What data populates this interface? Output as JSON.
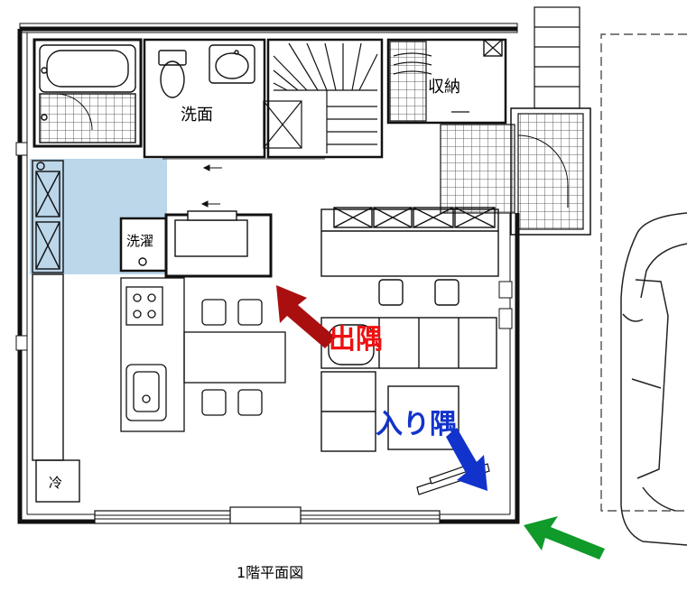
{
  "plan": {
    "caption": "1階平面図",
    "rooms": {
      "washroom": "洗面",
      "storage": "収納",
      "laundry": "洗濯",
      "fridge": "冷"
    },
    "callouts": {
      "outside_corner": "出隅",
      "inside_corner": "入り隅"
    },
    "colors": {
      "highlight": "#bcd6ea",
      "outside_corner_arrow": "#aa0f0f",
      "outside_corner_text": "#ee1111",
      "inside_corner_arrow": "#1133cc",
      "entry_arrow": "#0f9a2a"
    }
  }
}
